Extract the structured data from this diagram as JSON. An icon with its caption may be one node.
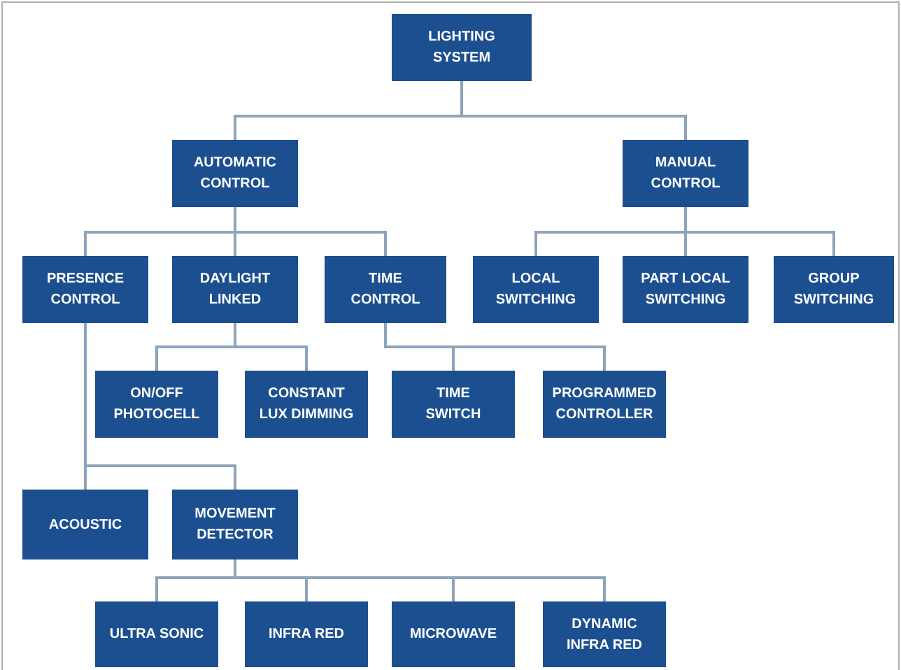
{
  "diagram": {
    "nodes": [
      {
        "text": [
          "LIGHTING SYSTEM"
        ]
      },
      {
        "text": [
          "AUTOMATIC CONTROL"
        ]
      },
      {
        "text": [
          "MANUAL CONTROL"
        ]
      },
      {
        "text": [
          "PRESENCE CONTROL"
        ]
      },
      {
        "text": [
          "DAYLIGHT LINKED"
        ]
      },
      {
        "text": [
          "TIME CONTROL"
        ]
      },
      {
        "text": [
          "LOCAL SWITCHING"
        ]
      },
      {
        "text": [
          "PART LOCAL SWITCHING"
        ]
      },
      {
        "text": [
          "GROUP SWITCHING"
        ]
      },
      {
        "text": [
          "ON/OFF PHOTOCELL"
        ]
      },
      {
        "text": [
          "CONSTANT LUX DIMMING"
        ]
      },
      {
        "text": [
          "TIME SWITCH"
        ]
      },
      {
        "text": [
          "PROGRAMMED CONTROLLER"
        ]
      },
      {
        "text": [
          "ACOUSTIC"
        ]
      },
      {
        "text": [
          "MOVEMENT DETECTOR"
        ]
      },
      {
        "text": [
          "ULTRA SONIC"
        ]
      },
      {
        "text": [
          "INFRA RED"
        ]
      },
      {
        "text": [
          "MICROWAVE"
        ]
      },
      {
        "text": [
          "DYNAMIC INFRA RED"
        ]
      }
    ],
    "edges": [
      {
        "from": 0,
        "to": 1,
        "arrow": "none"
      },
      {
        "from": 0,
        "to": 2,
        "arrow": "none"
      },
      {
        "from": 1,
        "to": 3,
        "arrow": "none"
      },
      {
        "from": 1,
        "to": 4,
        "arrow": "none"
      },
      {
        "from": 1,
        "to": 5,
        "arrow": "none"
      },
      {
        "from": 2,
        "to": 6,
        "arrow": "none"
      },
      {
        "from": 2,
        "to": 7,
        "arrow": "none"
      },
      {
        "from": 2,
        "to": 8,
        "arrow": "none"
      },
      {
        "from": 4,
        "to": 9,
        "arrow": "none"
      },
      {
        "from": 4,
        "to": 10,
        "arrow": "none"
      },
      {
        "from": 5,
        "to": 11,
        "arrow": "none"
      },
      {
        "from": 5,
        "to": 12,
        "arrow": "none"
      },
      {
        "from": 3,
        "to": 13,
        "arrow": "none"
      },
      {
        "from": 3,
        "to": 14,
        "arrow": "none"
      },
      {
        "from": 14,
        "to": 15,
        "arrow": "none"
      },
      {
        "from": 14,
        "to": 16,
        "arrow": "none"
      },
      {
        "from": 14,
        "to": 17,
        "arrow": "none"
      },
      {
        "from": 14,
        "to": 18,
        "arrow": "none"
      }
    ]
  }
}
